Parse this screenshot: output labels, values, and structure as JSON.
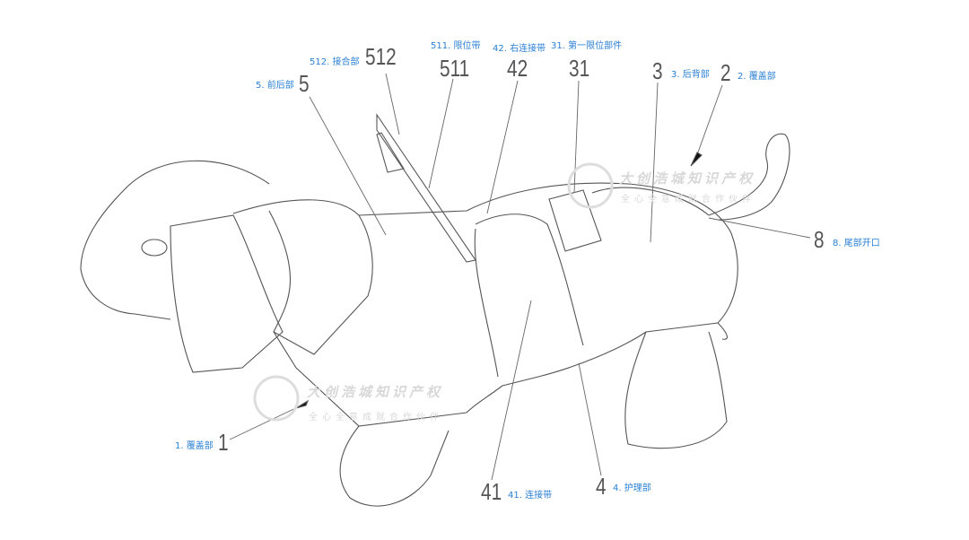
{
  "watermark": {
    "line1": "大创浩城知识产权",
    "line2": "全心全意成就合作伙伴"
  },
  "labels": [
    {
      "id": "512",
      "num": "512",
      "text": "512. 接合部"
    },
    {
      "id": "511",
      "num": "511",
      "text": "511. 限位带"
    },
    {
      "id": "42",
      "num": "42",
      "text": "42. 右连接带"
    },
    {
      "id": "31",
      "num": "31",
      "text": "31. 第一限位部件"
    },
    {
      "id": "5",
      "num": "5",
      "text": "5. 前后部"
    },
    {
      "id": "3",
      "num": "3",
      "text": "3. 后背部"
    },
    {
      "id": "2",
      "num": "2",
      "text": "2. 覆盖部"
    },
    {
      "id": "8",
      "num": "8",
      "text": "8. 尾部开口"
    },
    {
      "id": "1",
      "num": "1",
      "text": "1. 覆盖部"
    },
    {
      "id": "41",
      "num": "41",
      "text": "41. 连接带"
    },
    {
      "id": "4",
      "num": "4",
      "text": "4. 护理部"
    }
  ],
  "colors": {
    "label": "#2a7fd4",
    "line": "#555555",
    "watermark": "#d8d8d8"
  }
}
